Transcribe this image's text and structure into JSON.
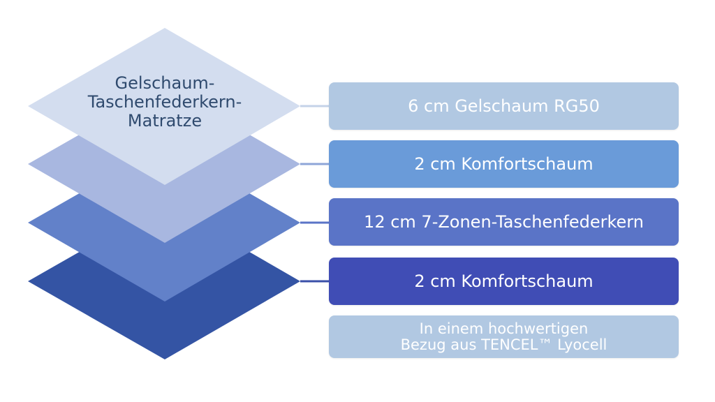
{
  "title_lines": [
    "Gelschaum-",
    "Taschenfederkern-",
    "Matratze"
  ],
  "layers": [
    {
      "label": "6 cm Gelschaum RG50",
      "diamond_color": "#d3ddef",
      "box_color": "#b1c8e2",
      "line_color": "#c4d2e8"
    },
    {
      "label": "2 cm Komfortschaum",
      "diamond_color": "#a8b7e0",
      "box_color": "#6a9bd9",
      "line_color": "#8ea5d8"
    },
    {
      "label": "12 cm 7-Zonen-Taschenfederkern",
      "diamond_color": "#6281c9",
      "box_color": "#5a74c7",
      "line_color": "#5a74c7"
    },
    {
      "label": "2 cm Komfortschaum",
      "diamond_color": "#3454a4",
      "box_color": "#404db5",
      "line_color": "#3a4fa8"
    }
  ],
  "cover": {
    "lines": [
      "In einem hochwertigen",
      "Bezug aus TENCEL™ Lyocell"
    ],
    "box_color": "#b1c8e2"
  },
  "title_color": "#2f4a6e"
}
